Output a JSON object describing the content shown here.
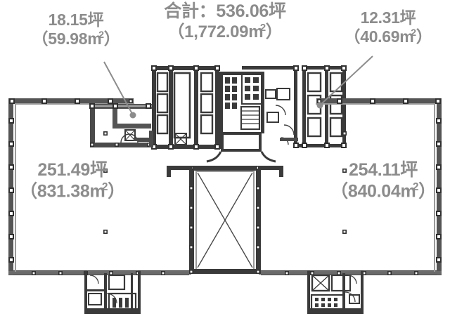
{
  "plan": {
    "title_total": {
      "line1": "合計：536.06坪",
      "line2_open": "（1,772.09",
      "unit": "m",
      "line2_close": "）"
    },
    "labels": {
      "top_left": {
        "tsubo": "18.15坪",
        "sqm_open": "（59.98",
        "unit": "m",
        "sqm_close": "）"
      },
      "top_right": {
        "tsubo": "12.31坪",
        "sqm_open": "（40.69",
        "unit": "m",
        "sqm_close": "）"
      },
      "left_wing": {
        "tsubo": "251.49坪",
        "sqm_open": "（831.38",
        "unit": "m",
        "sqm_close": "）"
      },
      "right_wing": {
        "tsubo": "254.11坪",
        "sqm_open": "（840.04",
        "unit": "m",
        "sqm_close": "）"
      }
    },
    "colors": {
      "text_gray": "#8c8c8c",
      "wall_dark": "#3a3a3a",
      "wall_mid": "#6e6e6e",
      "wall_light": "#a8a8a8",
      "background": "#ffffff"
    },
    "features": {
      "central_void": "atrium-void-with-cross-hatch",
      "left_core": "service-core-left",
      "right_core": "service-core-right",
      "elevator_bank": "elevator-lobby-center",
      "restroom_south_west": "restroom-block-southwest",
      "restroom_south_east": "restroom-block-southeast"
    }
  }
}
